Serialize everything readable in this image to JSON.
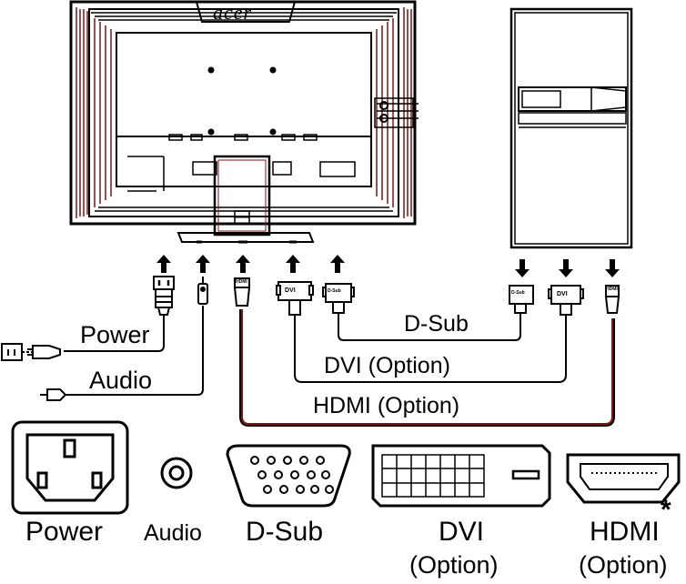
{
  "brand": {
    "logo_text": "acer"
  },
  "cable_labels": {
    "power": "Power",
    "audio": "Audio",
    "dsub": "D-Sub",
    "dvi": "DVI (Option)",
    "hdmi": "HDMI (Option)"
  },
  "plug_labels": {
    "dvi": "DVI",
    "dsub": "D-Sub",
    "hdmi": "HDMI"
  },
  "port_captions": {
    "power": "Power",
    "audio": "Audio",
    "dsub": "D-Sub",
    "dvi": "DVI",
    "dvi_note": "(Option)",
    "hdmi": "HDMI",
    "hdmi_note": "(Option)",
    "hdmi_mark": "*"
  }
}
